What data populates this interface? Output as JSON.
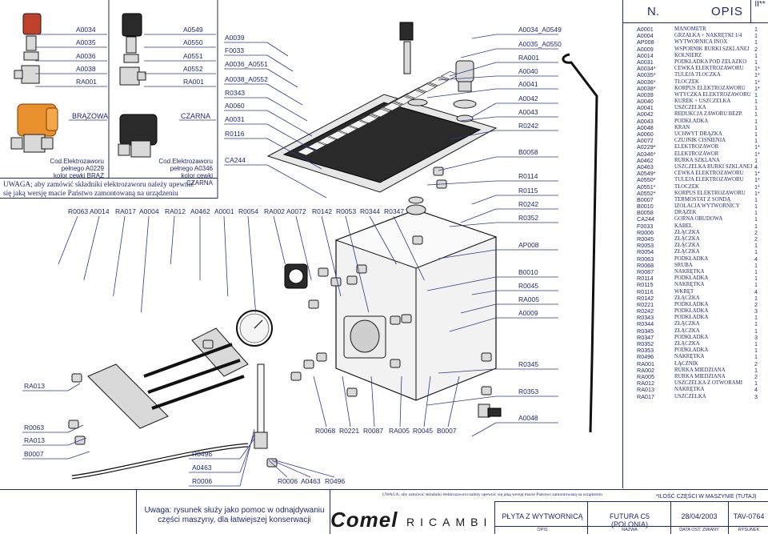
{
  "header": {
    "n_label": "N.",
    "opis_label": "OPIS",
    "rev_label": "II**"
  },
  "solenoid_panels": {
    "left": {
      "labels": [
        "A0034",
        "A0035",
        "A0036",
        "A0038",
        "RA001"
      ],
      "color_label": "BRĄZOWA",
      "caption_line1": "Cod.Elektrozaworu",
      "caption_line2": "pełnego A0229",
      "caption_line3": "kolor cewki BRĄZ"
    },
    "right": {
      "labels": [
        "A0549",
        "A0550",
        "A0551",
        "A0552",
        "RA001"
      ],
      "color_label": "CZARNA",
      "caption_line1": "Cod.Elektrozaworu",
      "caption_line2": "pełnego A0346",
      "caption_line3": "kolor cewki CZARNA"
    },
    "warning_line1": "UWAGA; aby zamówić składniki elektrozaworu należy upewnić",
    "warning_line2": "się jaką wersję macie Państwo zamontowaną na urządzeniu"
  },
  "callouts": {
    "top_row": [
      "R0063",
      "A0014",
      "RA017",
      "A0004",
      "RA012",
      "A0462",
      "A0001",
      "R0054",
      "RA002",
      "A0072",
      "R0142",
      "R0053",
      "R0344",
      "R0347"
    ],
    "mid_column": [
      "A0039",
      "F0033",
      "A0036_A0551",
      "A0038_A0552",
      "R0343",
      "A0060",
      "A0031",
      "R0116",
      "CA244"
    ],
    "right_column": [
      "A0034_A0549",
      "A0035_A0550",
      "RA001",
      "A0040",
      "A0041",
      "A0042",
      "A0043",
      "R0242",
      "B0058",
      "R0114",
      "R0115",
      "R0242",
      "R0352",
      "AP008",
      "B0010",
      "R0045",
      "RA005",
      "A0009",
      "R0345",
      "R0353",
      "A0048"
    ],
    "left_column": [
      "RA013",
      "R0063",
      "RA013",
      "B0007"
    ],
    "bottom_center": [
      "R0068",
      "R0221",
      "R0087",
      "RA005",
      "R0045",
      "B0007"
    ],
    "bottom_left": [
      "R0496",
      "A0463",
      "R0006"
    ],
    "bottom_mid": [
      "R0006",
      "A0463",
      "R0496"
    ]
  },
  "parts": [
    {
      "code": "A0001",
      "desc": "MANOMETR",
      "qty": "1"
    },
    {
      "code": "A0004",
      "desc": "GRZAŁKA + NAKRĘTKI 1/4",
      "qty": "1"
    },
    {
      "code": "AP008",
      "desc": "WYTWORNICA INOX",
      "qty": "1"
    },
    {
      "code": "A0009",
      "desc": "WSPORNIK RURKI SZKLANEJ",
      "qty": "2"
    },
    {
      "code": "A0014",
      "desc": "KOŁNIERZ",
      "qty": "1"
    },
    {
      "code": "A0031",
      "desc": "PODKŁADKA POD ŻELAZKO",
      "qty": "1"
    },
    {
      "code": "A0034*",
      "desc": "CEWKA ELEKTROZAWORU",
      "qty": "1*"
    },
    {
      "code": "A0035*",
      "desc": "TULEJA TŁOCZKA",
      "qty": "1*"
    },
    {
      "code": "A0036*",
      "desc": "TŁOCZEK",
      "qty": "1*"
    },
    {
      "code": "A0038*",
      "desc": "KORPUS ELEKTROZAWORU",
      "qty": "1*"
    },
    {
      "code": "A0039",
      "desc": "WTYCZKA ELEKTROZAWORU",
      "qty": "1"
    },
    {
      "code": "A0040",
      "desc": "KUREK + USZCZELKA",
      "qty": "1"
    },
    {
      "code": "A0041",
      "desc": "USZCZELKA",
      "qty": "1"
    },
    {
      "code": "A0042",
      "desc": "REDUKCJA ZAWORU BEZP.",
      "qty": "1"
    },
    {
      "code": "A0043",
      "desc": "PODKŁADKA",
      "qty": "1"
    },
    {
      "code": "A0048",
      "desc": "KRAN",
      "qty": "1"
    },
    {
      "code": "A0060",
      "desc": "UCHWYT DRĄŻKA",
      "qty": "1"
    },
    {
      "code": "A0072",
      "desc": "CZUJNIK CIŚNIENIA",
      "qty": "1"
    },
    {
      "code": "A0229*",
      "desc": "ELEKTROZAWÓR",
      "qty": "1*"
    },
    {
      "code": "A0346*",
      "desc": "ELEKTROZAWÓR",
      "qty": "1*"
    },
    {
      "code": "A0462",
      "desc": "RURKA SZKLANA",
      "qty": "1"
    },
    {
      "code": "A0463",
      "desc": "USZCZELKA RURKI SZKLANEJ",
      "qty": "4"
    },
    {
      "code": "A0549*",
      "desc": "CEWKA ELEKTROZAWORU",
      "qty": "1*"
    },
    {
      "code": "A0550*",
      "desc": "TULEJA ELEKTROZAWORU",
      "qty": "1*"
    },
    {
      "code": "A0551*",
      "desc": "TŁOCZEK",
      "qty": "1*"
    },
    {
      "code": "A0552*",
      "desc": "KORPUS ELEKTROZAWORU",
      "qty": "1*"
    },
    {
      "code": "B0007",
      "desc": "TERMOSTAT Z SONDĄ",
      "qty": "1"
    },
    {
      "code": "B0010",
      "desc": "IZOLACJA WYTWORNICY",
      "qty": "1"
    },
    {
      "code": "B0058",
      "desc": "DRĄŻEK",
      "qty": "1"
    },
    {
      "code": "CA244",
      "desc": "GÓRNA OBUDOWA",
      "qty": "1"
    },
    {
      "code": "F0033",
      "desc": "KABEL",
      "qty": "1"
    },
    {
      "code": "R0006",
      "desc": "ZŁĄCZKA",
      "qty": "2"
    },
    {
      "code": "R0045",
      "desc": "ZŁĄCZKA",
      "qty": "2"
    },
    {
      "code": "R0053",
      "desc": "ZŁĄCZKA",
      "qty": "1"
    },
    {
      "code": "R0054",
      "desc": "ZŁĄCZKA",
      "qty": "1"
    },
    {
      "code": "R0063",
      "desc": "PODKŁADKA",
      "qty": "4"
    },
    {
      "code": "R0068",
      "desc": "ŚRUBA",
      "qty": "1"
    },
    {
      "code": "R0087",
      "desc": "NAKRĘTKA",
      "qty": "1"
    },
    {
      "code": "R0114",
      "desc": "PODKŁADKA",
      "qty": "1"
    },
    {
      "code": "R0115",
      "desc": "NAKRĘTKA",
      "qty": "1"
    },
    {
      "code": "R0116",
      "desc": "WKRĘT",
      "qty": "4"
    },
    {
      "code": "R0142",
      "desc": "ZŁĄCZKA",
      "qty": "1"
    },
    {
      "code": "R0221",
      "desc": "PODKŁADKA",
      "qty": "2"
    },
    {
      "code": "R0242",
      "desc": "PODKŁADKA",
      "qty": "3"
    },
    {
      "code": "R0343",
      "desc": "PODKŁADKA",
      "qty": "1"
    },
    {
      "code": "R0344",
      "desc": "ZŁĄCZKA",
      "qty": "1"
    },
    {
      "code": "R0345",
      "desc": "ZŁĄCZKA",
      "qty": "1"
    },
    {
      "code": "R0347",
      "desc": "PODKŁADKA",
      "qty": "3"
    },
    {
      "code": "R0352",
      "desc": "ZŁĄCZKA",
      "qty": "1"
    },
    {
      "code": "R0353",
      "desc": "PODKŁADKA",
      "qty": "1"
    },
    {
      "code": "R0496",
      "desc": "NAKRĘTKA",
      "qty": "1"
    },
    {
      "code": "RA001",
      "desc": "ŁĄCZNIK",
      "qty": "2"
    },
    {
      "code": "RA002",
      "desc": "RURKA MIEDZIANA",
      "qty": "1"
    },
    {
      "code": "RA005",
      "desc": "RURKA MIEDZIANA",
      "qty": "2"
    },
    {
      "code": "RA012",
      "desc": "USZCZELKA Z OTWORAMI",
      "qty": "1"
    },
    {
      "code": "RA013",
      "desc": "NAKRĘTKA",
      "qty": "4"
    },
    {
      "code": "RA017",
      "desc": "USZCZELKA",
      "qty": "3"
    }
  ],
  "footer": {
    "uwaga_small": "UWAGA; aby zamówić składniki elektrozaworu należy upewnić się jaką wersję macie Państwo zamontowaną na urządzeniu",
    "note_line1": "Uwaga: rysunek służy jako pomoc w odnajdywaniu",
    "note_line2": "części maszyny, dla łatwiejszej konserwacji",
    "brand": "Comel",
    "brand_sub": "RICAMBI",
    "service_note": "*ILOŚĆ CZĘŚCI W MASZYNIE (TUTAJ)",
    "opis_value": "PŁYTA Z WYTWORNICĄ",
    "nazwa_value": "FUTURA C5 (POLONIA)",
    "date_value": "28/04/2003",
    "drawing_value": "TAV-0764",
    "opis_caption": "OPIS",
    "nazwa_caption": "NAZWA",
    "date_caption": "DATA OST. ZMIANY",
    "drawing_caption": "RYSUNEK"
  }
}
